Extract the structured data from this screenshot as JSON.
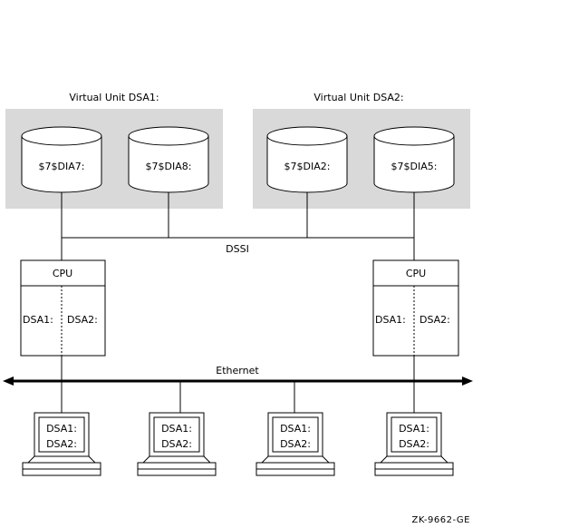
{
  "groups": [
    {
      "title": "Virtual Unit DSA1:",
      "disks": [
        "$7$DIA7:",
        "$7$DIA8:"
      ]
    },
    {
      "title": "Virtual Unit DSA2:",
      "disks": [
        "$7$DIA2:",
        "$7$DIA5:"
      ]
    }
  ],
  "bus_label": "DSSI",
  "cpus": [
    {
      "title": "CPU",
      "left": "DSA1:",
      "right": "DSA2:"
    },
    {
      "title": "CPU",
      "left": "DSA1:",
      "right": "DSA2:"
    }
  ],
  "network_label": "Ethernet",
  "terminals": [
    {
      "line1": "DSA1:",
      "line2": "DSA2:"
    },
    {
      "line1": "DSA1:",
      "line2": "DSA2:"
    },
    {
      "line1": "DSA1:",
      "line2": "DSA2:"
    },
    {
      "line1": "DSA1:",
      "line2": "DSA2:"
    }
  ],
  "figure_id": "ZK-9662-GE"
}
